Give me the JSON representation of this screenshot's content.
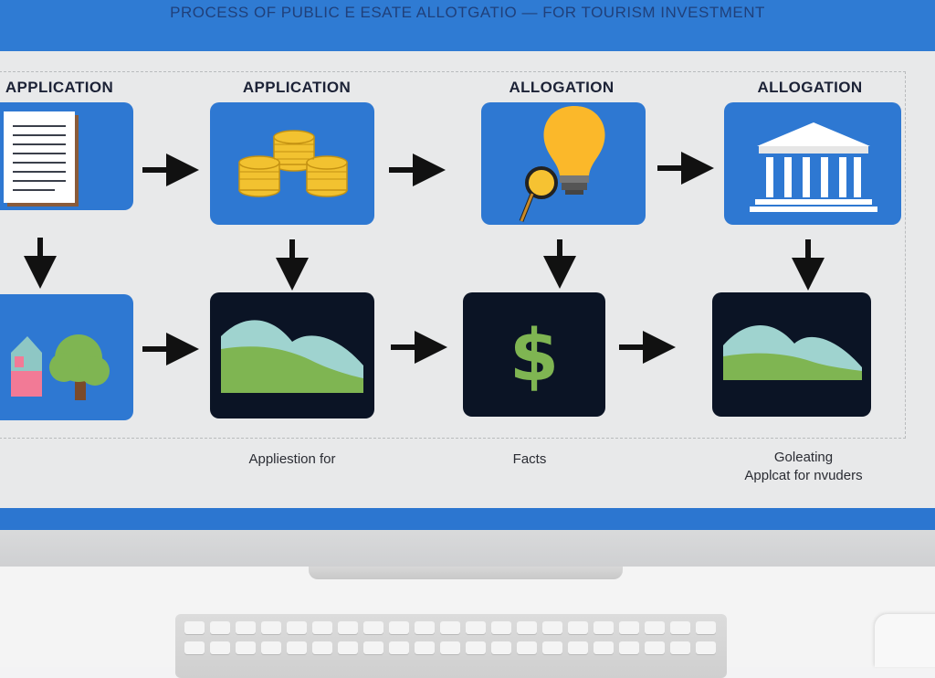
{
  "title": "PROCESS OF PUBLIC E ESATE ALLOTGATIO — FOR TOURISM INVESTMENT",
  "stages": [
    {
      "label": "APPLICATION",
      "icon": "document-icon"
    },
    {
      "label": "APPLICATION",
      "icon": "coins-icon"
    },
    {
      "label": "ALLOGATION",
      "icon": "lightbulb-magnifier-icon"
    },
    {
      "label": "ALLOGATION",
      "icon": "bank-building-icon"
    }
  ],
  "bottom_icons": [
    "house-tree-icon",
    "landscape-icon",
    "dollar-icon",
    "landscape-icon"
  ],
  "captions": {
    "col2": "Appliestion for",
    "col3": "Facts",
    "col4_line1": "Goleating",
    "col4_line2": "Applcat for nvuders"
  },
  "colors": {
    "accent_blue": "#2e78d2",
    "dark_card": "#0b1425",
    "arrow": "#111111",
    "green": "#7fb552",
    "gold": "#f2c230"
  }
}
